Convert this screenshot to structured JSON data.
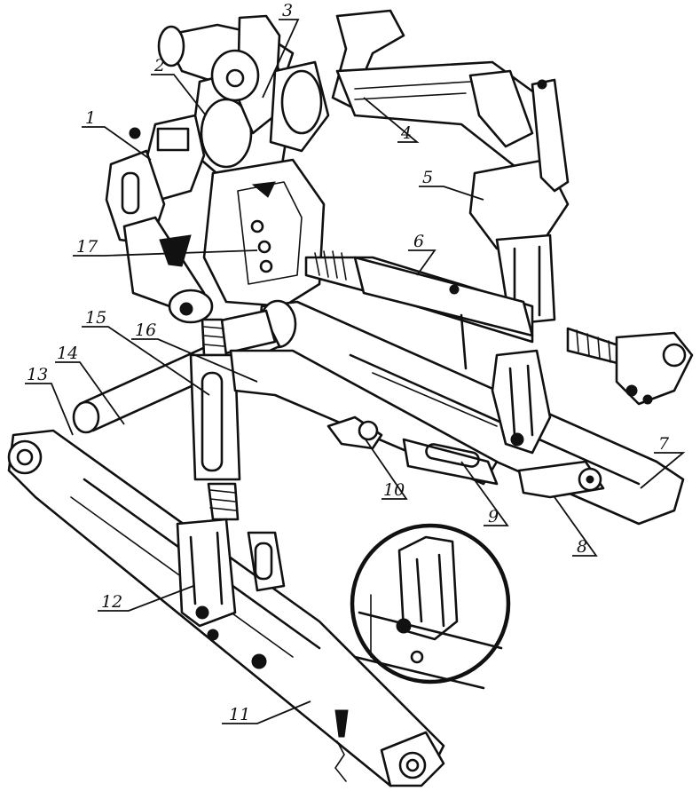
{
  "figure": {
    "labels": {
      "l1": "1",
      "l2": "2",
      "l3": "3",
      "l4": "4",
      "l5": "5",
      "l6": "6",
      "l7": "7",
      "l8": "8",
      "l9": "9",
      "l10": "10",
      "l11": "11",
      "l12": "12",
      "l13": "13",
      "l14": "14",
      "l15": "15",
      "l16": "16",
      "l17": "17"
    }
  }
}
